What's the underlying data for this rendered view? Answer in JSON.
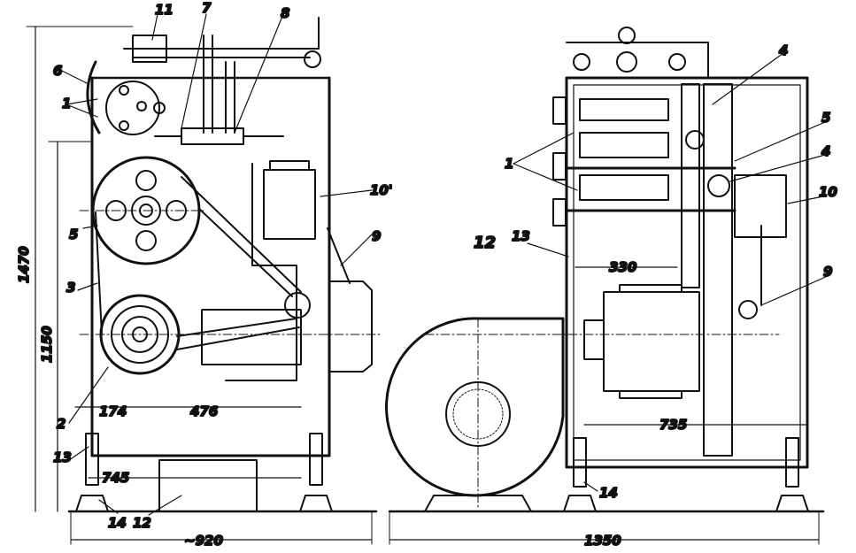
{
  "labels": {
    "l1a": "1",
    "l1b": "1",
    "l2": "2",
    "l3": "3",
    "l4a": "4",
    "l4b": "4",
    "l5a": "5",
    "l5b": "5",
    "l6": "6",
    "l7": "7",
    "l8": "8",
    "l9a": "9",
    "l9b": "9",
    "l10a": "10'",
    "l10b": "10",
    "l11": "11",
    "l12a": "12",
    "l12b": "12",
    "l13a": "13",
    "l13b": "13",
    "l14a": "14",
    "l14b": "14"
  },
  "dimensions": {
    "d1470": "1470",
    "d1150": "1150",
    "d174": "174",
    "d476": "476",
    "d745": "745",
    "d920": "~920",
    "d330": "330",
    "d735": "735",
    "d1350": "1350"
  }
}
